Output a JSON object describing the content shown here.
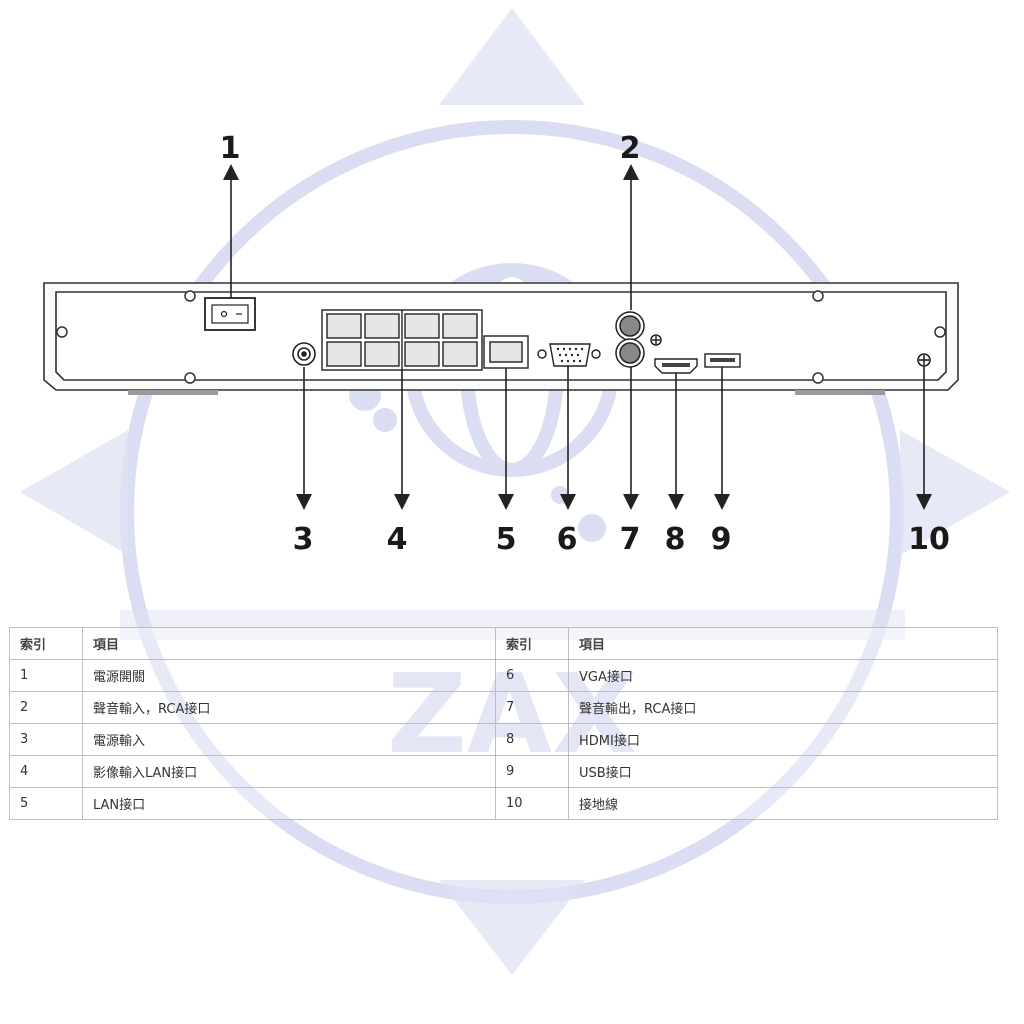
{
  "watermark": {
    "text": "ZAX",
    "color": "#c5c9ea"
  },
  "callouts": [
    {
      "id": "1",
      "label": "1"
    },
    {
      "id": "2",
      "label": "2"
    },
    {
      "id": "3",
      "label": "3"
    },
    {
      "id": "4",
      "label": "4"
    },
    {
      "id": "5",
      "label": "5"
    },
    {
      "id": "6",
      "label": "6"
    },
    {
      "id": "7",
      "label": "7"
    },
    {
      "id": "8",
      "label": "8"
    },
    {
      "id": "9",
      "label": "9"
    },
    {
      "id": "10",
      "label": "10"
    }
  ],
  "table": {
    "headers": {
      "index": "索引",
      "item": "項目"
    },
    "rows": [
      {
        "left_index": "1",
        "left_item": "電源開關",
        "right_index": "6",
        "right_item": "VGA接口"
      },
      {
        "left_index": "2",
        "left_item": "聲音輸入，RCA接口",
        "right_index": "7",
        "right_item": "聲音輸出，RCA接口"
      },
      {
        "left_index": "3",
        "left_item": "電源輸入",
        "right_index": "8",
        "right_item": "HDMI接口"
      },
      {
        "left_index": "4",
        "left_item": "影像輸入LAN接口",
        "right_index": "9",
        "right_item": "USB接口"
      },
      {
        "left_index": "5",
        "left_item": "LAN接口",
        "right_index": "10",
        "right_item": "接地線"
      }
    ]
  }
}
